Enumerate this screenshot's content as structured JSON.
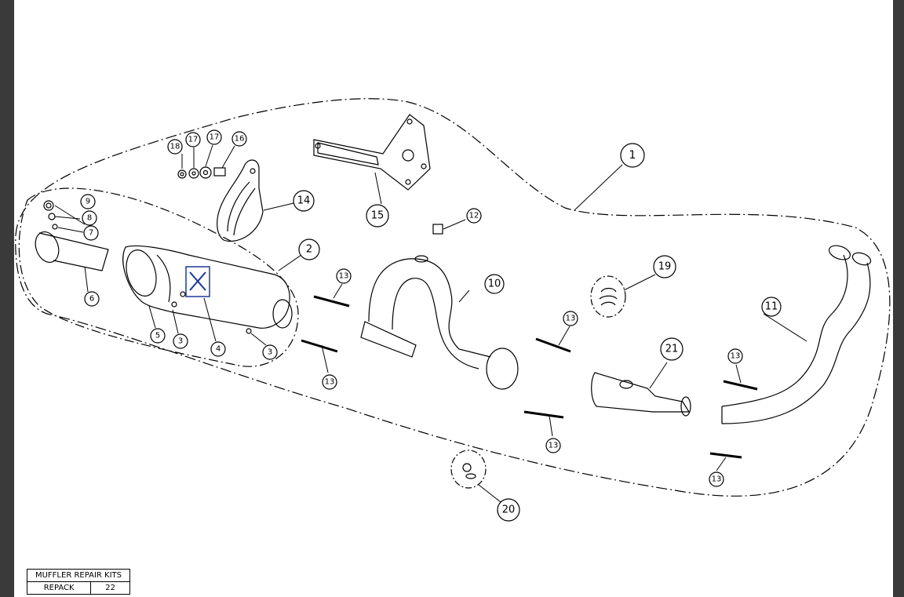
{
  "diagram": {
    "callouts": [
      {
        "id": "c1",
        "label": "1"
      },
      {
        "id": "c2",
        "label": "2"
      },
      {
        "id": "c3a",
        "label": "3"
      },
      {
        "id": "c3b",
        "label": "3"
      },
      {
        "id": "c4",
        "label": "4"
      },
      {
        "id": "c5",
        "label": "5"
      },
      {
        "id": "c6",
        "label": "6"
      },
      {
        "id": "c7",
        "label": "7"
      },
      {
        "id": "c8",
        "label": "8"
      },
      {
        "id": "c9",
        "label": "9"
      },
      {
        "id": "c10",
        "label": "10"
      },
      {
        "id": "c11",
        "label": "11"
      },
      {
        "id": "c12",
        "label": "12"
      },
      {
        "id": "c13a",
        "label": "13"
      },
      {
        "id": "c13b",
        "label": "13"
      },
      {
        "id": "c13c",
        "label": "13"
      },
      {
        "id": "c13d",
        "label": "13"
      },
      {
        "id": "c13e",
        "label": "13"
      },
      {
        "id": "c13f",
        "label": "13"
      },
      {
        "id": "c14",
        "label": "14"
      },
      {
        "id": "c15",
        "label": "15"
      },
      {
        "id": "c16",
        "label": "16"
      },
      {
        "id": "c17a",
        "label": "17"
      },
      {
        "id": "c17b",
        "label": "17"
      },
      {
        "id": "c18",
        "label": "18"
      },
      {
        "id": "c19",
        "label": "19"
      },
      {
        "id": "c20",
        "label": "20"
      },
      {
        "id": "c21",
        "label": "21"
      }
    ]
  },
  "repair_kits": {
    "title": "MUFFLER REPAIR KITS",
    "rows": [
      {
        "name": "REPACK",
        "ref": "22"
      }
    ]
  }
}
